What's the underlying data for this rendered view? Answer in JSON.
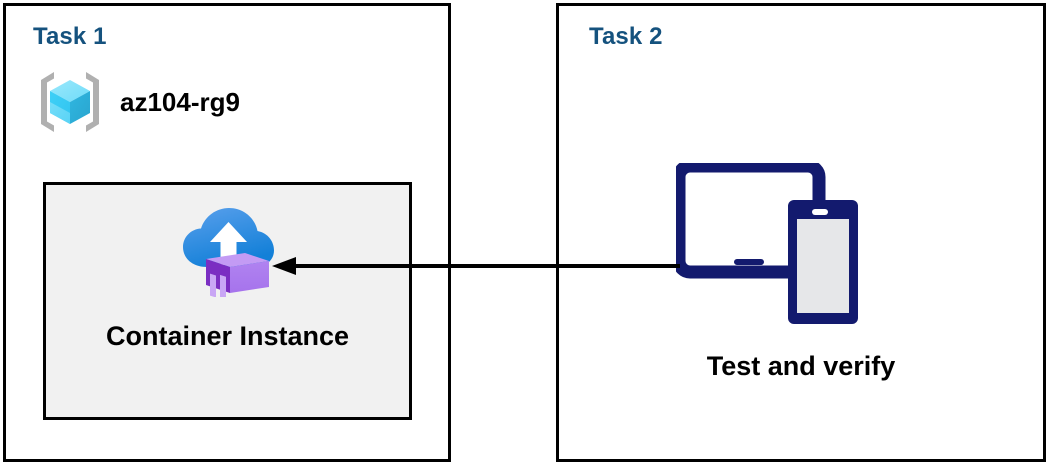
{
  "diagram": {
    "title": "Azure container instance task diagram",
    "background_color": "#ffffff",
    "border_color": "#000000",
    "heading_color": "#15527e",
    "card_fill_color": "#f1f1f1",
    "devices_icon_color": "#131a6e",
    "arrow_color": "#000000"
  },
  "panels": [
    {
      "id": "task1",
      "title": "Task 1",
      "resource_group": {
        "icon": "azure-resource-group-icon",
        "label": "az104-rg9"
      },
      "card": {
        "icon": "azure-container-instance-icon",
        "label": "Container Instance"
      }
    },
    {
      "id": "task2",
      "title": "Task 2",
      "devices": {
        "icon": "devices-tablet-phone-icon",
        "label": "Test and verify"
      }
    }
  ],
  "connector": {
    "name": "arrow-task2-to-container-instance",
    "direction": "right-to-left",
    "from": "Test and verify",
    "to": "Container Instance",
    "arrowhead": "left"
  }
}
